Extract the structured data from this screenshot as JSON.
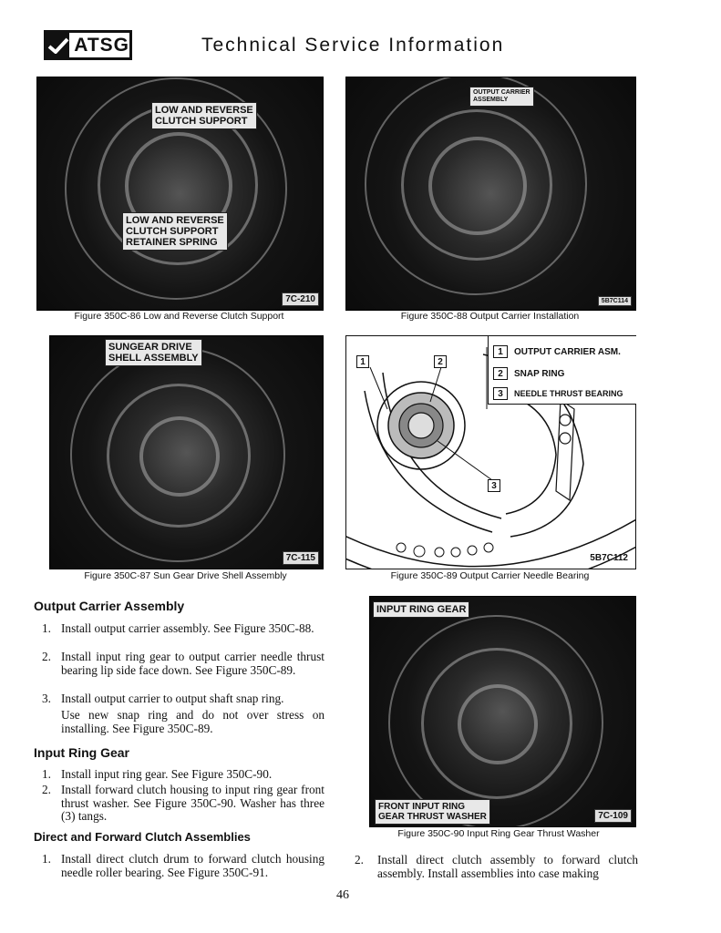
{
  "header": {
    "logo_text": "ATSG",
    "title": "Technical Service Information"
  },
  "figures": {
    "fig86": {
      "caption": "Figure 350C-86 Low and Reverse Clutch Support",
      "labels": [
        "LOW AND REVERSE\nCLUTCH SUPPORT",
        "LOW AND REVERSE\nCLUTCH SUPPORT\nRETAINER SPRING"
      ],
      "ref": "7C-210"
    },
    "fig88": {
      "caption": "Figure 350C-88 Output Carrier Installation",
      "labels": [
        "OUTPUT CARRIER\nASSEMBLY"
      ],
      "ref": "5B7C114"
    },
    "fig87": {
      "caption": "Figure 350C-87 Sun Gear Drive Shell Assembly",
      "labels": [
        "SUNGEAR DRIVE\nSHELL ASSEMBLY"
      ],
      "ref": "7C-115"
    },
    "fig89": {
      "caption": "Figure 350C-89 Output Carrier Needle Bearing",
      "legend": [
        {
          "num": "1",
          "text": "OUTPUT CARRIER ASM."
        },
        {
          "num": "2",
          "text": "SNAP RING"
        },
        {
          "num": "3",
          "text": "NEEDLE THRUST BEARING"
        }
      ],
      "callouts": [
        "1",
        "2",
        "3"
      ],
      "ref": "5B7C112"
    },
    "fig90": {
      "caption": "Figure 350C-90 Input Ring Gear Thrust Washer",
      "labels": [
        "INPUT RING GEAR",
        "FRONT INPUT RING\nGEAR THRUST WASHER"
      ],
      "ref": "7C-109"
    }
  },
  "sections": {
    "output_carrier": {
      "heading": "Output Carrier Assembly",
      "items": [
        {
          "num": "1.",
          "text": "Install output carrier assembly. See Figure 350C-88."
        },
        {
          "num": "2.",
          "text": "Install input ring gear to output carrier needle thrust bearing lip side face down. See Figure 350C-89."
        },
        {
          "num": "3.",
          "text": "Install output carrier to output shaft snap ring."
        }
      ],
      "note": "Use new snap ring and do not over stress on installing. See Figure 350C-89."
    },
    "input_ring_gear": {
      "heading": "Input Ring Gear",
      "items": [
        {
          "num": "1.",
          "text": "Install input ring gear. See Figure 350C-90."
        },
        {
          "num": "2.",
          "text": "Install forward clutch housing to input ring gear front thrust washer. See Figure 350C-90. Washer has three (3) tangs."
        }
      ]
    },
    "direct_forward": {
      "heading": "Direct and Forward Clutch Assemblies",
      "items": [
        {
          "num": "1.",
          "text": "Install direct clutch drum to forward clutch housing needle roller bearing. See Figure 350C-91."
        }
      ]
    },
    "right_column": {
      "items": [
        {
          "num": "2.",
          "text": "Install direct clutch assembly to forward clutch assembly. Install assemblies into case making"
        }
      ]
    }
  },
  "page_number": "46"
}
